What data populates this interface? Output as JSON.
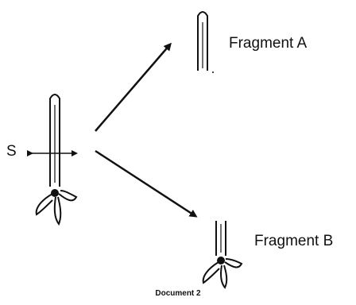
{
  "labels": {
    "split_marker": "S",
    "fragment_a": "Fragment A",
    "fragment_b": "Fragment B"
  },
  "caption": "Document 2",
  "colors": {
    "ink": "#111111",
    "background": "#ffffff"
  }
}
